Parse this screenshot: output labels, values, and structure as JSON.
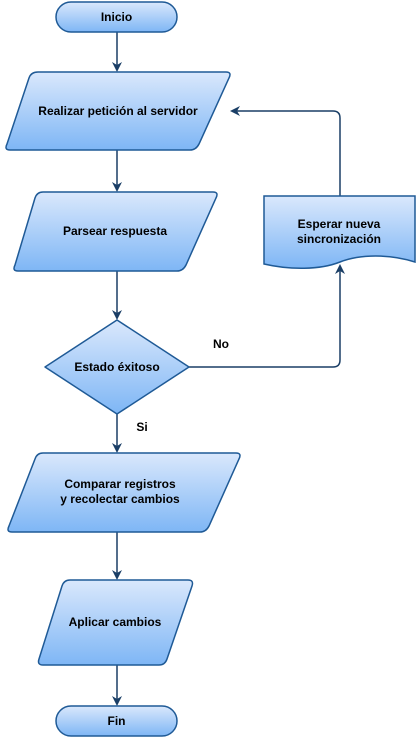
{
  "nodes": {
    "start": {
      "label": "Inicio"
    },
    "request": {
      "label": "Realizar petición al servidor"
    },
    "parse": {
      "label": "Parsear respuesta"
    },
    "decision": {
      "label": "Estado éxitoso"
    },
    "wait": {
      "line1": "Esperar nueva",
      "line2": "sincronización"
    },
    "compare": {
      "line1": "Comparar registros",
      "line2": "y recolectar cambios"
    },
    "apply": {
      "label": "Aplicar cambios"
    },
    "end": {
      "label": "Fin"
    }
  },
  "edges": {
    "no_label": "No",
    "yes_label": "Si"
  },
  "colors": {
    "fill_top": "#dae8fc",
    "fill_bottom": "#7eb6f5",
    "stroke": "#1f5a96",
    "edge": "#1a3e66"
  }
}
